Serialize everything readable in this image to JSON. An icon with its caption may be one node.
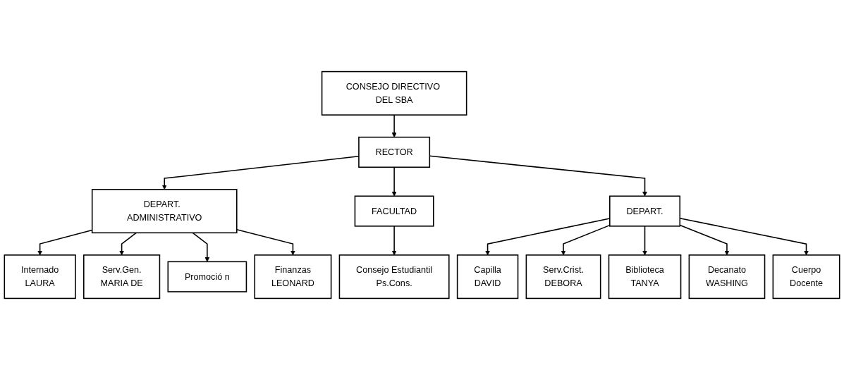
{
  "diagram": {
    "nodes": [
      {
        "text": [
          "CONSEJO DIRECTIVO DEL SBA"
        ]
      },
      {
        "text": [
          "RECTOR"
        ]
      },
      {
        "text": [
          "DEPART.  ADMINISTRATIVO"
        ]
      },
      {
        "text": [
          "FACULTAD"
        ]
      },
      {
        "text": [
          "DEPART."
        ]
      },
      {
        "text": [
          "Internado",
          "LAURA"
        ]
      },
      {
        "text": [
          "Serv.Gen.",
          "MARIA DE"
        ]
      },
      {
        "text": [
          "Promoció n"
        ]
      },
      {
        "text": [
          "Finanzas",
          "LEONARD"
        ]
      },
      {
        "text": [
          "Consejo Estudiantil",
          "Ps.Cons."
        ]
      },
      {
        "text": [
          "Capilla",
          "DAVID"
        ]
      },
      {
        "text": [
          "Serv.Crist.",
          "DEBORA"
        ]
      },
      {
        "text": [
          "Biblioteca",
          "TANYA"
        ]
      },
      {
        "text": [
          "Decanato",
          "WASHING"
        ]
      },
      {
        "text": [
          "Cuerpo",
          "Docente"
        ]
      }
    ],
    "edges": [
      {
        "from": 0,
        "to": 1,
        "arrow": "to"
      },
      {
        "from": 1,
        "to": 2,
        "arrow": "to"
      },
      {
        "from": 1,
        "to": 3,
        "arrow": "to"
      },
      {
        "from": 1,
        "to": 4,
        "arrow": "to"
      },
      {
        "from": 2,
        "to": 5,
        "arrow": "to"
      },
      {
        "from": 2,
        "to": 6,
        "arrow": "to"
      },
      {
        "from": 2,
        "to": 7,
        "arrow": "to"
      },
      {
        "from": 2,
        "to": 8,
        "arrow": "to"
      },
      {
        "from": 3,
        "to": 9,
        "arrow": "to"
      },
      {
        "from": 4,
        "to": 10,
        "arrow": "to"
      },
      {
        "from": 4,
        "to": 11,
        "arrow": "to"
      },
      {
        "from": 4,
        "to": 12,
        "arrow": "to"
      },
      {
        "from": 4,
        "to": 13,
        "arrow": "to"
      },
      {
        "from": 4,
        "to": 14,
        "arrow": "to"
      }
    ]
  }
}
